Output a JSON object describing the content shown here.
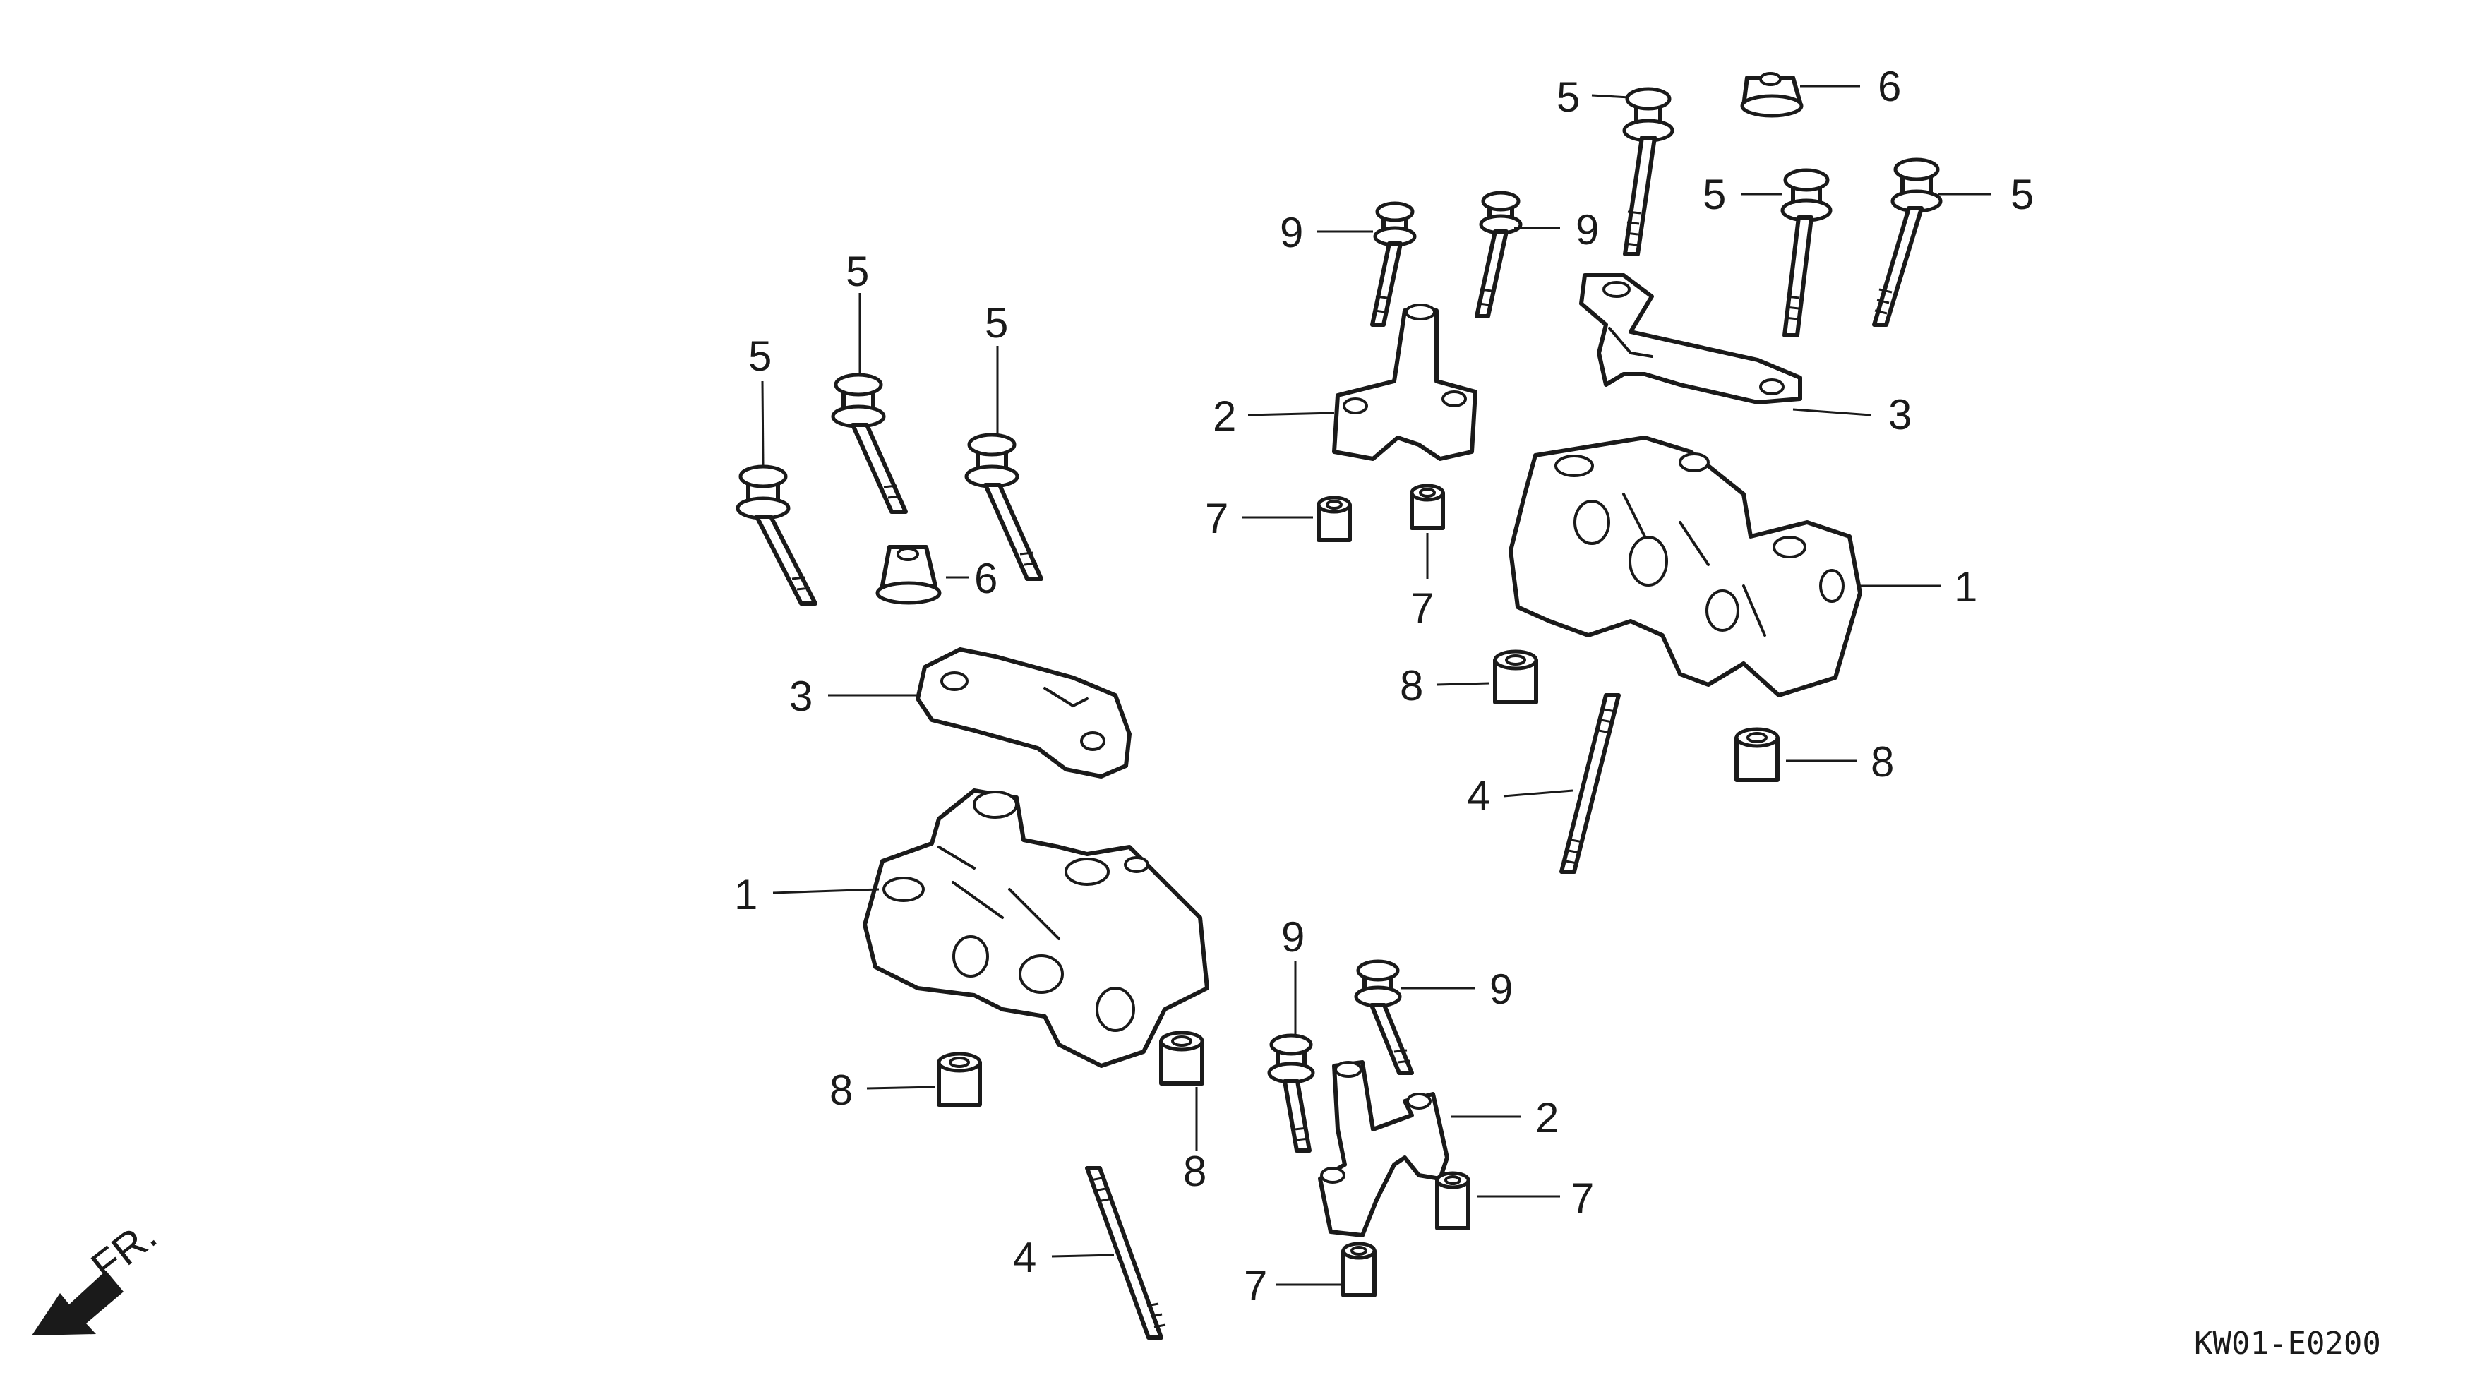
{
  "diagram": {
    "drawing_code": "KW01-E0200",
    "direction_label": "FR.",
    "callouts": {
      "right_five_a": "5",
      "right_six": "6",
      "right_five_b": "5",
      "right_five_c": "5",
      "right_nine_a": "9",
      "right_nine_b": "9",
      "right_two": "2",
      "right_three": "3",
      "right_seven_a": "7",
      "right_seven_b": "7",
      "right_one": "1",
      "right_eight_a": "8",
      "right_eight_b": "8",
      "right_four": "4",
      "left_five_a": "5",
      "left_five_b": "5",
      "left_five_c": "5",
      "left_six": "6",
      "left_three": "3",
      "left_one": "1",
      "left_eight_a": "8",
      "left_eight_b": "8",
      "left_four": "4",
      "lower_nine_a": "9",
      "lower_nine_b": "9",
      "lower_two": "2",
      "lower_seven_a": "7",
      "lower_seven_b": "7"
    }
  },
  "colors": {
    "line": "#1a1a1a",
    "paper": "#ffffff"
  }
}
